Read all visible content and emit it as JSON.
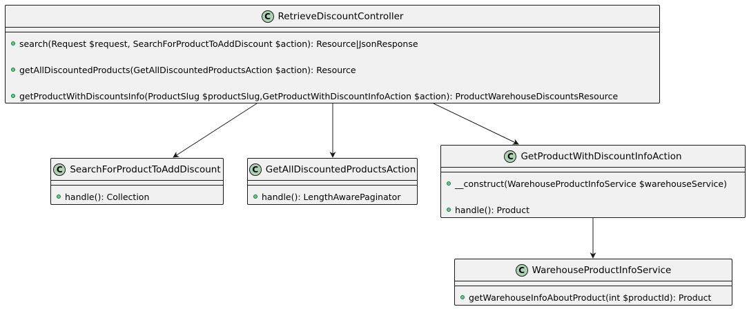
{
  "diagram": {
    "classes": [
      {
        "id": "retrieve-discount-controller",
        "badge": "C",
        "name": "RetrieveDiscountController",
        "methods": [
          "search(Request $request, SearchForProductToAddDiscount $action): Resource|JsonResponse",
          "getAllDiscountedProducts(GetAllDiscountedProductsAction $action): Resource",
          "getProductWithDiscountsInfo(ProductSlug $productSlug,GetProductWithDiscountInfoAction $action): ProductWarehouseDiscountsResource"
        ]
      },
      {
        "id": "search-for-product-to-add-discount",
        "badge": "C",
        "name": "SearchForProductToAddDiscount",
        "methods": [
          "handle(): Collection"
        ]
      },
      {
        "id": "get-all-discounted-products-action",
        "badge": "C",
        "name": "GetAllDiscountedProductsAction",
        "methods": [
          "handle(): LengthAwarePaginator"
        ]
      },
      {
        "id": "get-product-with-discount-info-action",
        "badge": "C",
        "name": "GetProductWithDiscountInfoAction",
        "methods": [
          "__construct(WarehouseProductInfoService $warehouseService)",
          "handle(): Product"
        ]
      },
      {
        "id": "warehouse-product-info-service",
        "badge": "C",
        "name": "WarehouseProductInfoService",
        "methods": [
          "getWarehouseInfoAboutProduct(int $productId): Product"
        ]
      }
    ],
    "relations": [
      {
        "from": "retrieve-discount-controller",
        "to": "search-for-product-to-add-discount"
      },
      {
        "from": "retrieve-discount-controller",
        "to": "get-all-discounted-products-action"
      },
      {
        "from": "retrieve-discount-controller",
        "to": "get-product-with-discount-info-action"
      },
      {
        "from": "get-product-with-discount-info-action",
        "to": "warehouse-product-info-service"
      }
    ],
    "colors": {
      "box_fill": "#f1f1f1",
      "border": "#181818",
      "class_badge": "#add1b2",
      "public_marker": "#84be84",
      "public_marker_border": "#038048"
    }
  }
}
